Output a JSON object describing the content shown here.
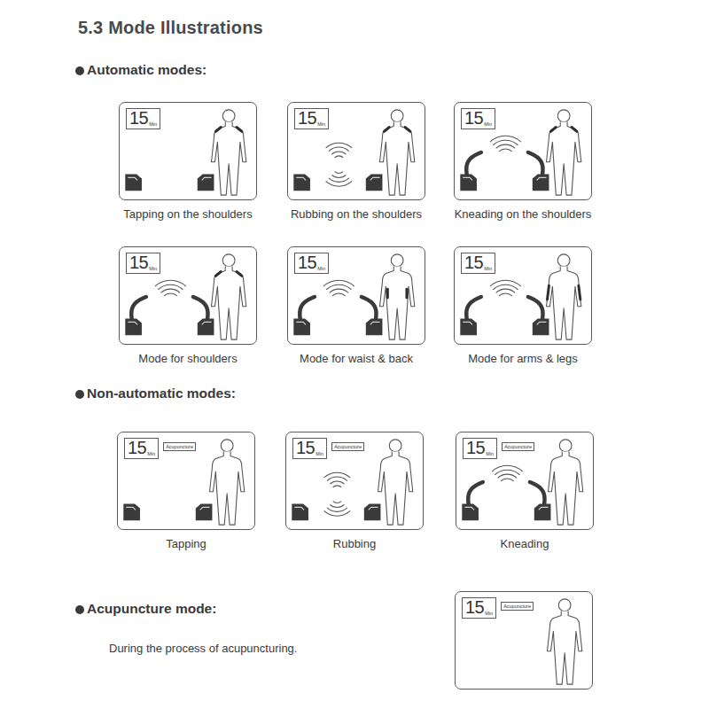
{
  "diagram": {
    "title": "5.3 Mode  Illustrations",
    "nodes": [
      {
        "text": [
          "Tapping on the shoulders"
        ]
      },
      {
        "text": [
          "15",
          "Min"
        ],
        "in": 0
      },
      {
        "text": [
          "Rubbing on the shoulders"
        ]
      },
      {
        "text": [
          "15",
          "Min"
        ],
        "in": 2
      },
      {
        "text": [
          "Kneading on the shoulders"
        ]
      },
      {
        "text": [
          "15",
          "Min"
        ],
        "in": 4
      },
      {
        "text": [
          "Mode for shoulders"
        ]
      },
      {
        "text": [
          "15",
          "Min"
        ],
        "in": 6
      },
      {
        "text": [
          "Mode for waist & back"
        ]
      },
      {
        "text": [
          "15",
          "Min"
        ],
        "in": 8
      },
      {
        "text": [
          "Mode for arms & legs"
        ]
      },
      {
        "text": [
          "15",
          "Min"
        ],
        "in": 10
      },
      {
        "text": [
          "Tapping"
        ]
      },
      {
        "text": [
          "15",
          "Min"
        ],
        "in": 12
      },
      {
        "text": [
          "Acupuncture"
        ],
        "in": 12
      },
      {
        "text": [
          "Rubbing"
        ]
      },
      {
        "text": [
          "15",
          "Min"
        ],
        "in": 15
      },
      {
        "text": [
          "Acupuncture"
        ],
        "in": 15
      },
      {
        "text": [
          "Kneading"
        ]
      },
      {
        "text": [
          "15",
          "Min"
        ],
        "in": 18
      },
      {
        "text": [
          "Acupuncture"
        ],
        "in": 18
      },
      {
        "text": []
      },
      {
        "text": [
          "15",
          "Min"
        ],
        "in": 21
      },
      {
        "text": [
          "Acupuncture"
        ],
        "in": 21
      }
    ],
    "labels": [
      "Automatic modes:",
      "Non-automatic modes:",
      "Acupuncture mode:",
      "During the process of acupuncturing."
    ]
  }
}
